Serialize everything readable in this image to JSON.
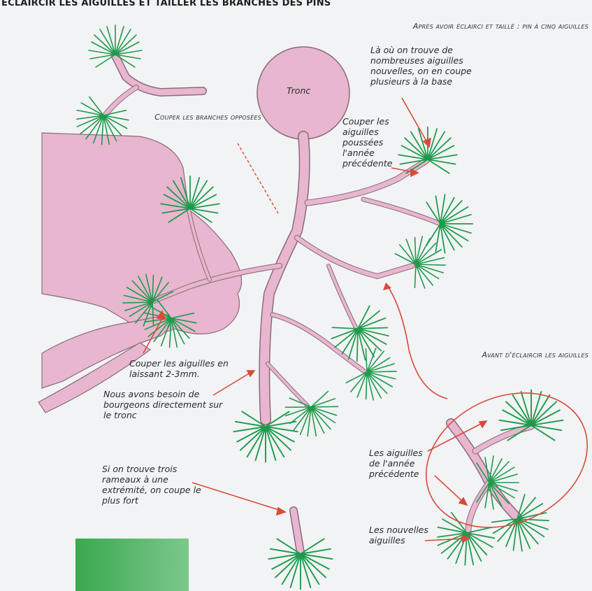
{
  "title": "ECLAIRCIR LES AIGUILLES ET TAILLER LES BRANCHES DES PINS",
  "labels": {
    "after_header": "Après avoir éclairci et taillé : pin à cinq aiguilles",
    "many_new_needles": "Là où on trouve de nombreuses aiguilles nouvelles, on en coupe plusieurs à la base",
    "tronc": "Tronc",
    "cut_opposite": "Couper les branches opposées",
    "cut_last_year": "Couper les aiguilles poussées l'année précédente",
    "cut_leave": "Couper les aiguilles en laissant 2-3mm.",
    "buds_on_trunk": "Nous avons besoin de bourgeons directement sur le tronc",
    "three_shoots": "Si on trouve trois rameaux à une extrémité, on coupe le plus fort",
    "before_header": "Avant d'éclaircir les aiguilles",
    "last_year_needles": "Les aiguilles de l'année précédente",
    "new_needles": "Les nouvelles aiguilles"
  },
  "colors": {
    "branch_fill": "#e8b6cf",
    "branch_stroke": "#8a6b7a",
    "needle": "#1e9a4a",
    "arrow": "#d94a3a",
    "ellipse": "#d94a3a"
  }
}
